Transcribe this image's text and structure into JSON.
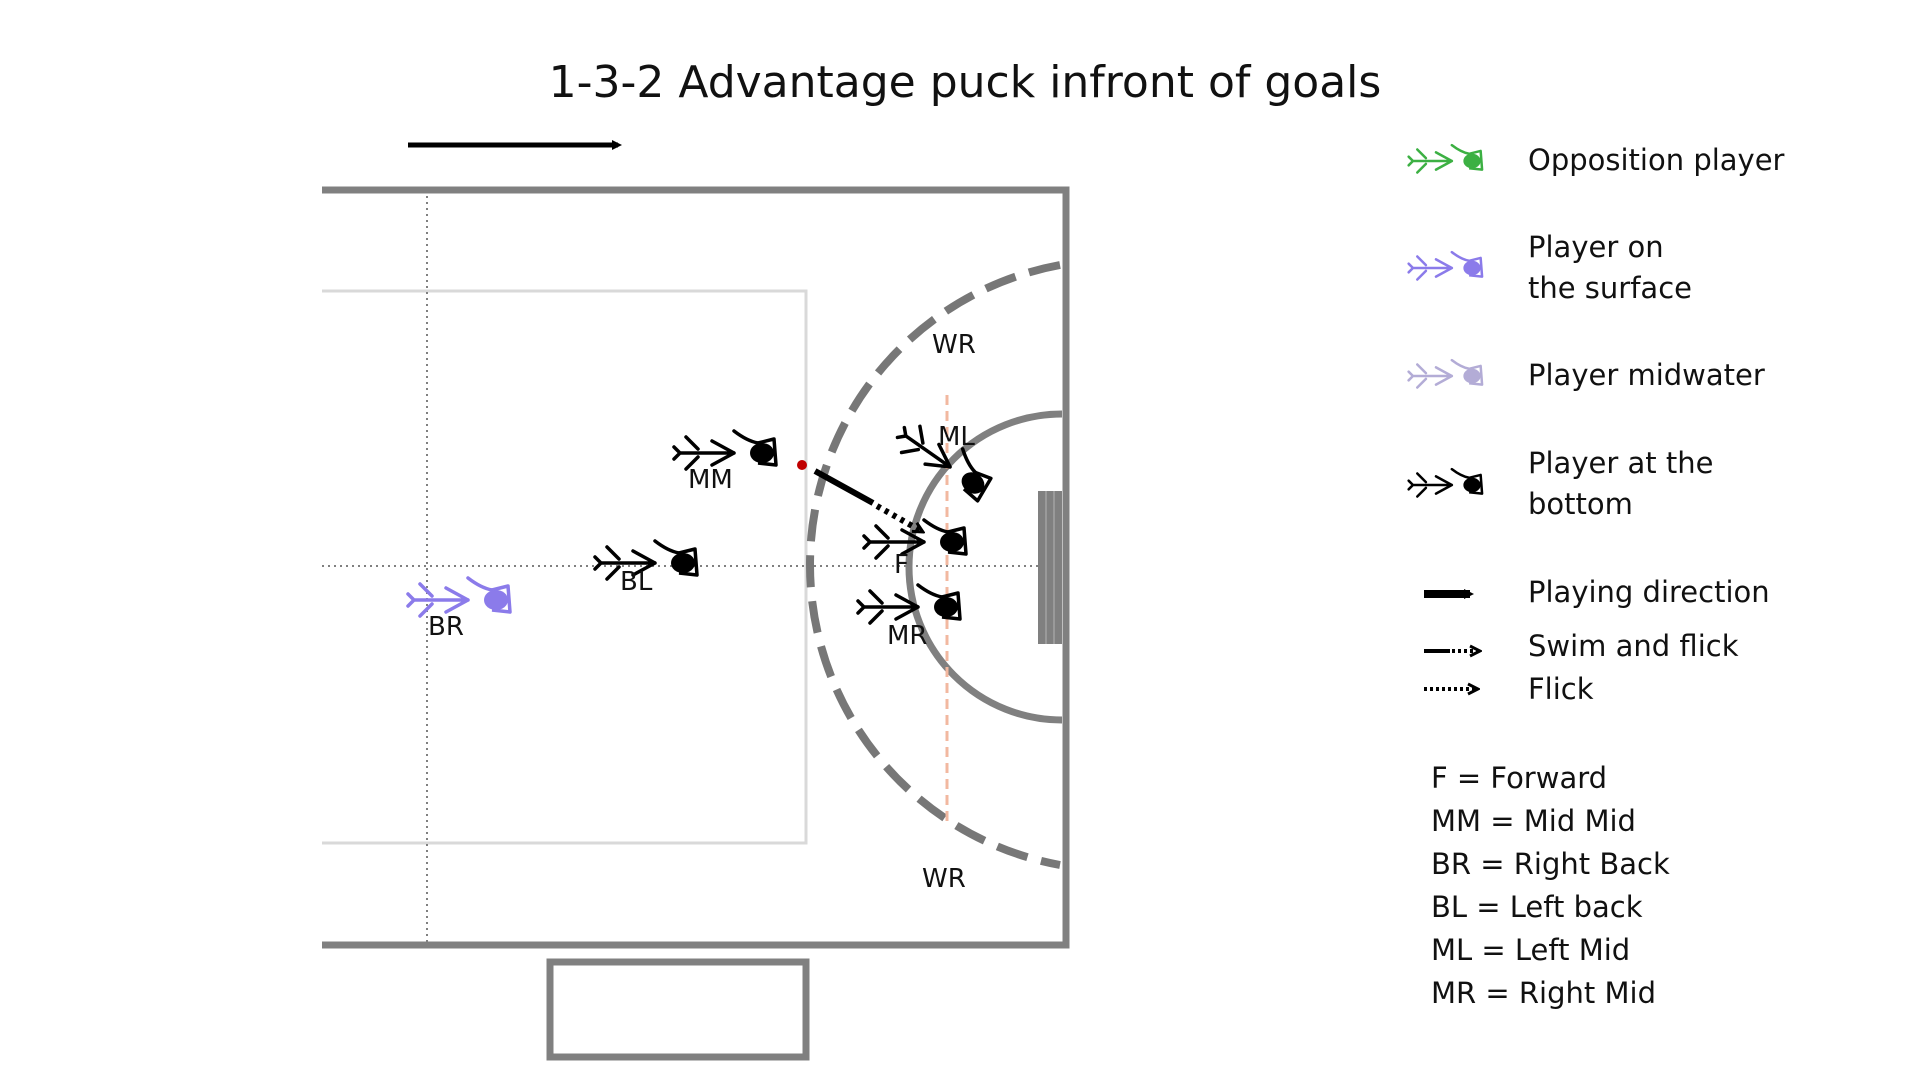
{
  "title": "1-3-2 Advantage puck infront of goals",
  "colors": {
    "pool": "#808080",
    "grid": "#808080",
    "arc": "#777777",
    "opposition": "#3cb043",
    "surface": "#8b7bea",
    "midwater": "#b3acd6",
    "bottom": "#000000",
    "puck": "#c00000",
    "guide_line": "#f2b8a0"
  },
  "position_labels": {
    "wr_top": "WR",
    "wr_bottom": "WR",
    "ml": "ML",
    "mm": "MM",
    "bl": "BL",
    "f": "F",
    "mr": "MR",
    "br": "BR"
  },
  "legend": {
    "opposition": "Opposition player",
    "surface_line1": "Player on",
    "surface_line2": "the surface",
    "midwater": "Player midwater",
    "bottom_line1": "Player at the",
    "bottom_line2": "bottom",
    "direction": "Playing direction",
    "swim_flick": "Swim and flick",
    "flick": "Flick"
  },
  "abbreviations": [
    "F = Forward",
    "MM = Mid Mid",
    "BR = Right Back",
    "BL = Left back",
    "ML = Left Mid",
    "MR = Right Mid"
  ]
}
